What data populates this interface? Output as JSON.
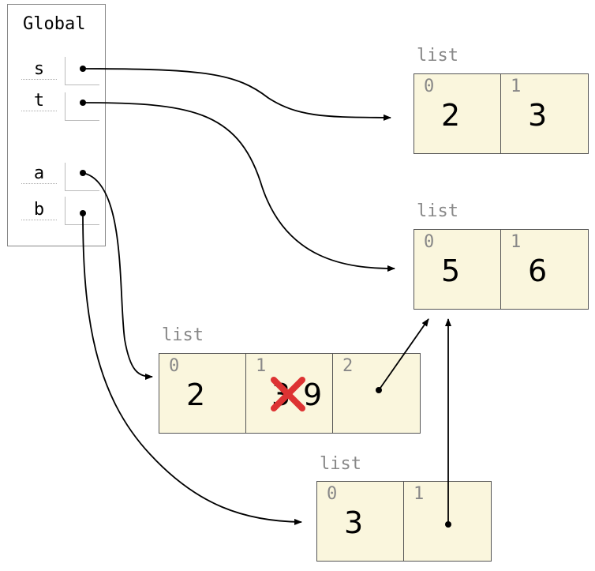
{
  "frame": {
    "title": "Global",
    "vars": [
      {
        "name": "s"
      },
      {
        "name": "t"
      },
      {
        "name": "a"
      },
      {
        "name": "b"
      }
    ]
  },
  "lists": [
    {
      "type": "list",
      "cells": [
        {
          "index": "0",
          "value": "2"
        },
        {
          "index": "1",
          "value": "3"
        }
      ]
    },
    {
      "type": "list",
      "cells": [
        {
          "index": "0",
          "value": "5"
        },
        {
          "index": "1",
          "value": "6"
        }
      ]
    },
    {
      "type": "list",
      "cells": [
        {
          "index": "0",
          "value": "2"
        },
        {
          "index": "1",
          "old_value": "3",
          "new_value": "9"
        },
        {
          "index": "2",
          "value": ""
        }
      ]
    },
    {
      "type": "list",
      "cells": [
        {
          "index": "0",
          "value": "3"
        },
        {
          "index": "1",
          "value": ""
        }
      ]
    }
  ],
  "colors": {
    "cell_bg": "#faf6dd",
    "cross": "#d33"
  }
}
